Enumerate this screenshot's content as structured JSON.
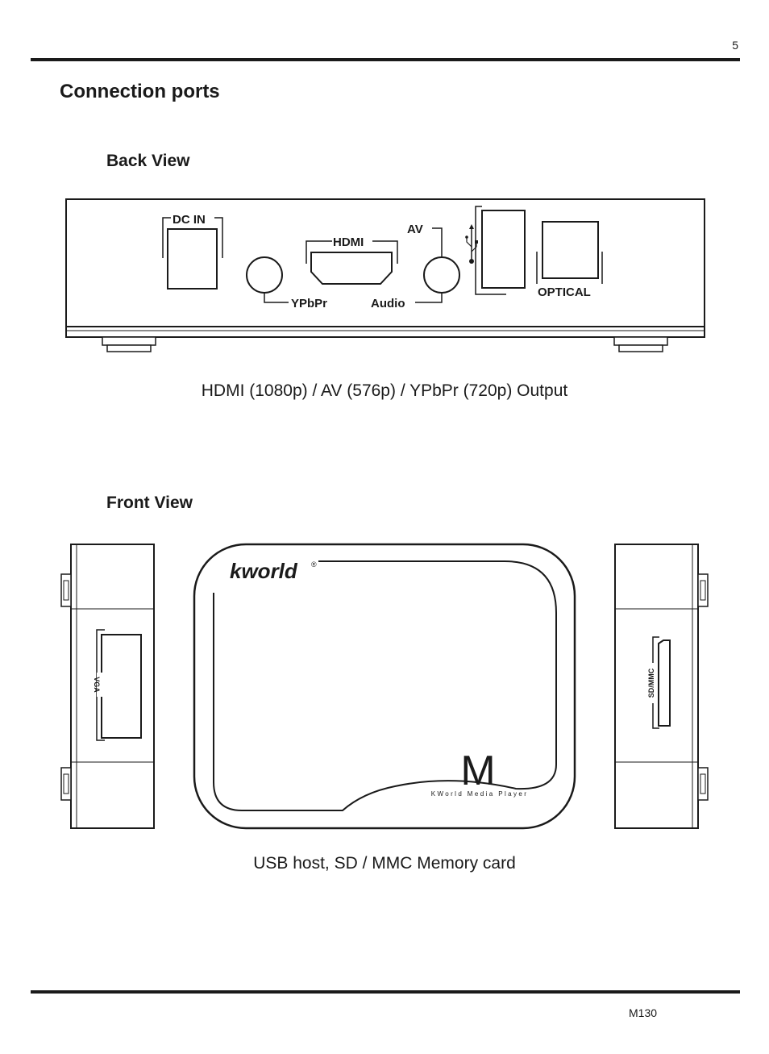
{
  "page": {
    "number": "5",
    "title": "Connection ports",
    "model": "M130"
  },
  "back_view": {
    "heading": "Back View",
    "labels": {
      "dc_in": "DC IN",
      "hdmi": "HDMI",
      "av": "AV",
      "ypbpr": "YPbPr",
      "audio": "Audio",
      "optical": "OPTICAL"
    },
    "caption": "HDMI (1080p) / AV (576p) / YPbPr (720p) Output"
  },
  "front_view": {
    "heading": "Front View",
    "brand": "kworld",
    "brand_mark": "®",
    "product_letter": "M",
    "product_line": "KWorld Media Player",
    "side_labels": {
      "vga": "VGA",
      "sd_mmc": "SD/MMC"
    },
    "caption": "USB host, SD / MMC Memory card"
  }
}
